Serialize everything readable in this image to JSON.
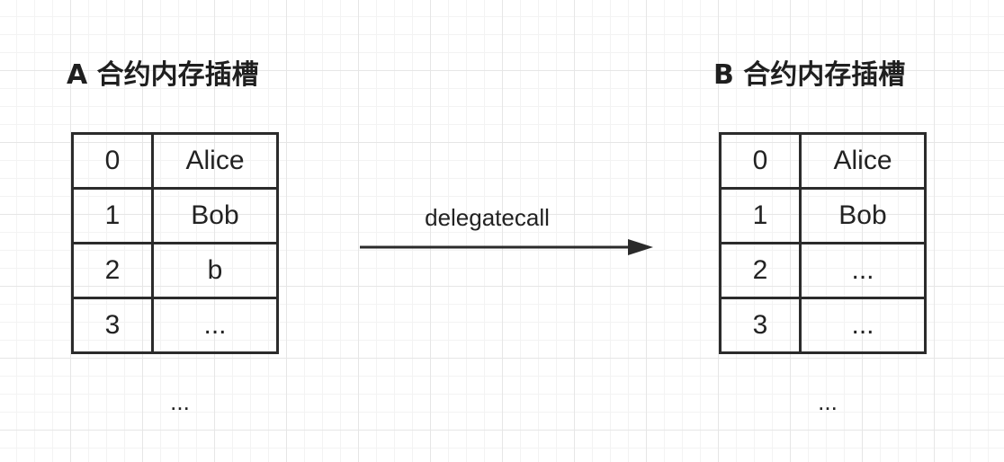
{
  "contract_a": {
    "title": "A 合约内存插槽",
    "slots": [
      {
        "index": "0",
        "value": "Alice"
      },
      {
        "index": "1",
        "value": "Bob"
      },
      {
        "index": "2",
        "value": "b"
      },
      {
        "index": "3",
        "value": "..."
      }
    ],
    "more": "..."
  },
  "contract_b": {
    "title": "B 合约内存插槽",
    "slots": [
      {
        "index": "0",
        "value": "Alice"
      },
      {
        "index": "1",
        "value": "Bob"
      },
      {
        "index": "2",
        "value": "..."
      },
      {
        "index": "3",
        "value": "..."
      }
    ],
    "more": "..."
  },
  "arrow": {
    "label": "delegatecall",
    "color": "#2b2b2b"
  }
}
